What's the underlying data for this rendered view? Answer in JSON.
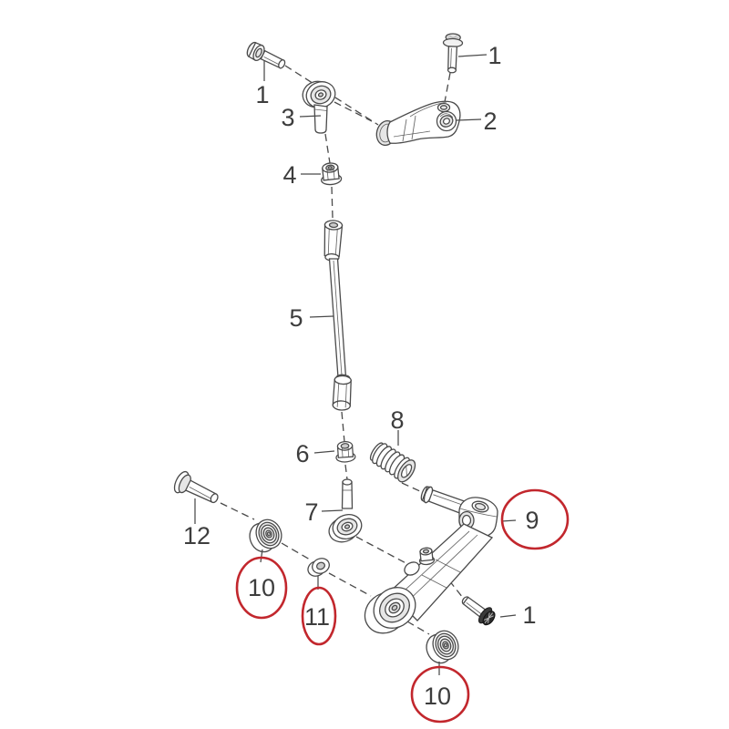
{
  "diagram": {
    "type": "exploded-parts-diagram",
    "background": "#ffffff",
    "colors": {
      "line": "#4a4a4a",
      "label": "#3d3d3d",
      "highlight": "#c2272d"
    },
    "callouts": [
      {
        "id": "1-top-left",
        "text": "1",
        "circled": false
      },
      {
        "id": "3-rod-end",
        "text": "3",
        "circled": false
      },
      {
        "id": "1-top-right",
        "text": "1",
        "circled": false
      },
      {
        "id": "2-lever",
        "text": "2",
        "circled": false
      },
      {
        "id": "4-nut",
        "text": "4",
        "circled": false
      },
      {
        "id": "5-rod",
        "text": "5",
        "circled": false
      },
      {
        "id": "8-adjuster",
        "text": "8",
        "circled": false
      },
      {
        "id": "6-nut",
        "text": "6",
        "circled": false
      },
      {
        "id": "7-rod-end",
        "text": "7",
        "circled": false
      },
      {
        "id": "12-pin",
        "text": "12",
        "circled": false
      },
      {
        "id": "10-bearing-left",
        "text": "10",
        "circled": true
      },
      {
        "id": "11-spacer",
        "text": "11",
        "circled": true
      },
      {
        "id": "9-arm",
        "text": "9",
        "circled": true
      },
      {
        "id": "1-bottom",
        "text": "1",
        "circled": false
      },
      {
        "id": "10-bearing-bottom",
        "text": "10",
        "circled": true
      }
    ]
  }
}
